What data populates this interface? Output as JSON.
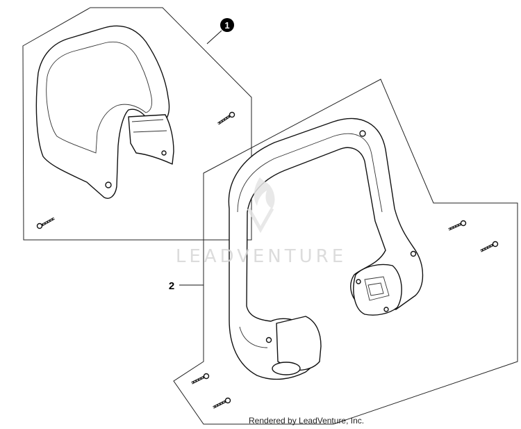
{
  "diagram": {
    "callouts": [
      {
        "id": "1",
        "label": "1",
        "style": "filled-circle"
      },
      {
        "id": "2",
        "label": "2",
        "style": "plain"
      }
    ],
    "watermark": "LEADVENTURE",
    "credit": "Rendered by LeadVenture, Inc."
  }
}
